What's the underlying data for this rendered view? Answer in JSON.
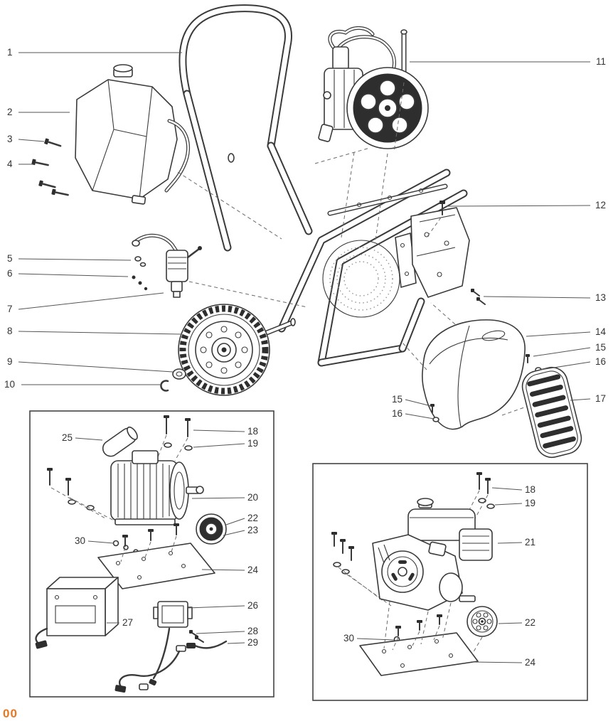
{
  "document": {
    "type": "exploded-parts-diagram",
    "description": "Exploded assembly drawing of a sprayer cart with numbered part callouts and two detail insets: electric motor assembly and gas engine assembly"
  },
  "callouts": {
    "main_left": [
      "1",
      "2",
      "3",
      "4",
      "5",
      "6",
      "7",
      "8",
      "9",
      "10"
    ],
    "main_right": [
      "11",
      "12",
      "13",
      "14",
      "15",
      "16",
      "17"
    ],
    "main_inner": [
      "15",
      "16"
    ],
    "electric_inset": [
      "25",
      "18",
      "19",
      "20",
      "22",
      "23",
      "30",
      "24",
      "26",
      "27",
      "28",
      "29"
    ],
    "gas_inset": [
      "18",
      "19",
      "21",
      "22",
      "30",
      "24"
    ]
  },
  "colors": {
    "line": "#3a3a3a",
    "footer_accent": "#e87722"
  },
  "footer": {
    "page_number": "00"
  }
}
